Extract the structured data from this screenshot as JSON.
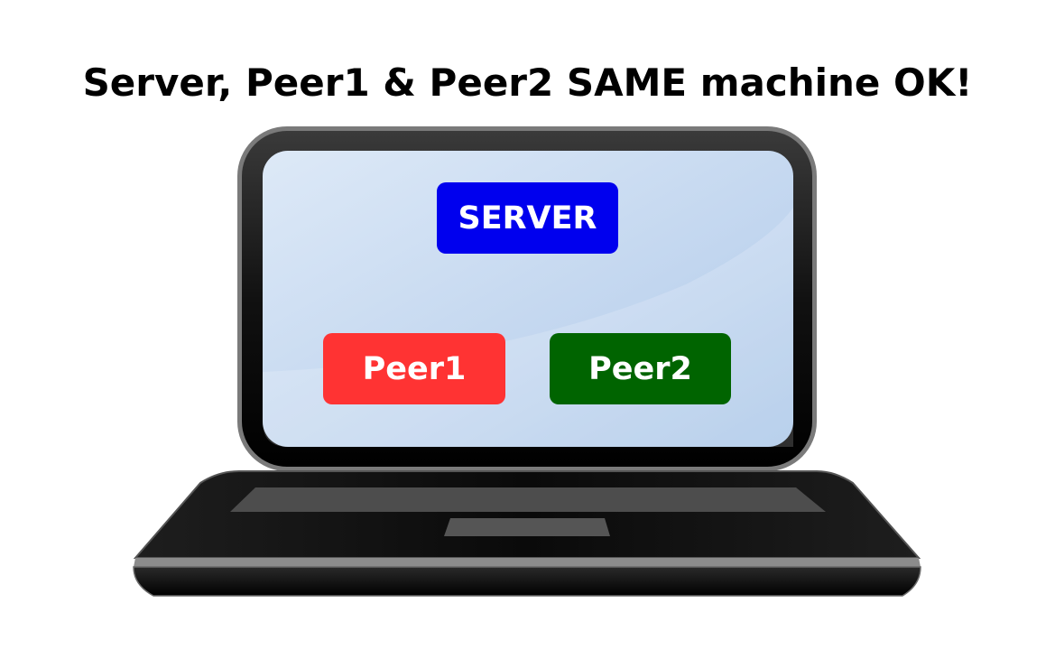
{
  "title": "Server, Peer1 & Peer2 SAME machine OK!",
  "nodes": {
    "server": {
      "label": "SERVER",
      "color": "#0000ee"
    },
    "peer1": {
      "label": "Peer1",
      "color": "#ff3333"
    },
    "peer2": {
      "label": "Peer2",
      "color": "#006400"
    }
  },
  "icons": {
    "device": "laptop-icon"
  }
}
